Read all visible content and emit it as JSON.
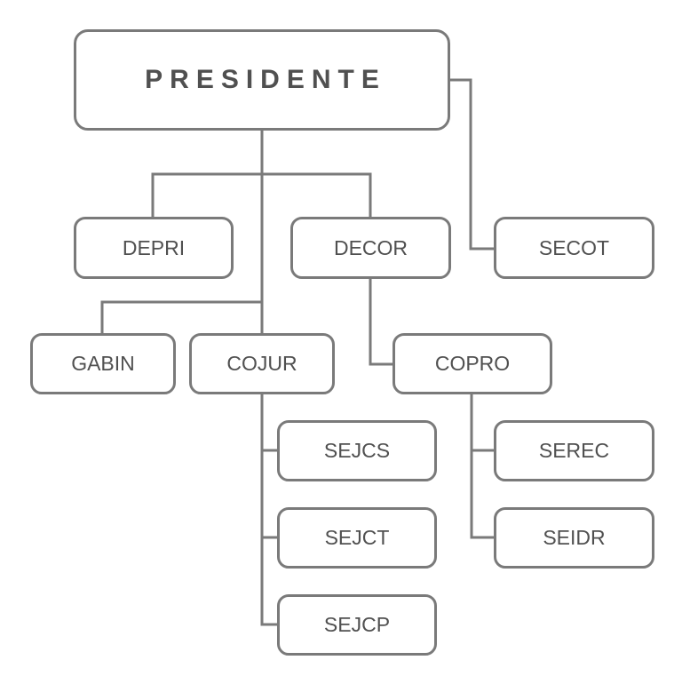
{
  "nodes": {
    "presidente": "PRESIDENTE",
    "depri": "DEPRI",
    "decor": "DECOR",
    "secot": "SECOT",
    "gabin": "GABIN",
    "cojur": "COJUR",
    "copro": "COPRO",
    "sejcs": "SEJCS",
    "sejct": "SEJCT",
    "sejcp": "SEJCP",
    "serec": "SEREC",
    "seidr": "SEIDR"
  },
  "colors": {
    "stroke": "#7a7a7a",
    "text": "#505050"
  }
}
